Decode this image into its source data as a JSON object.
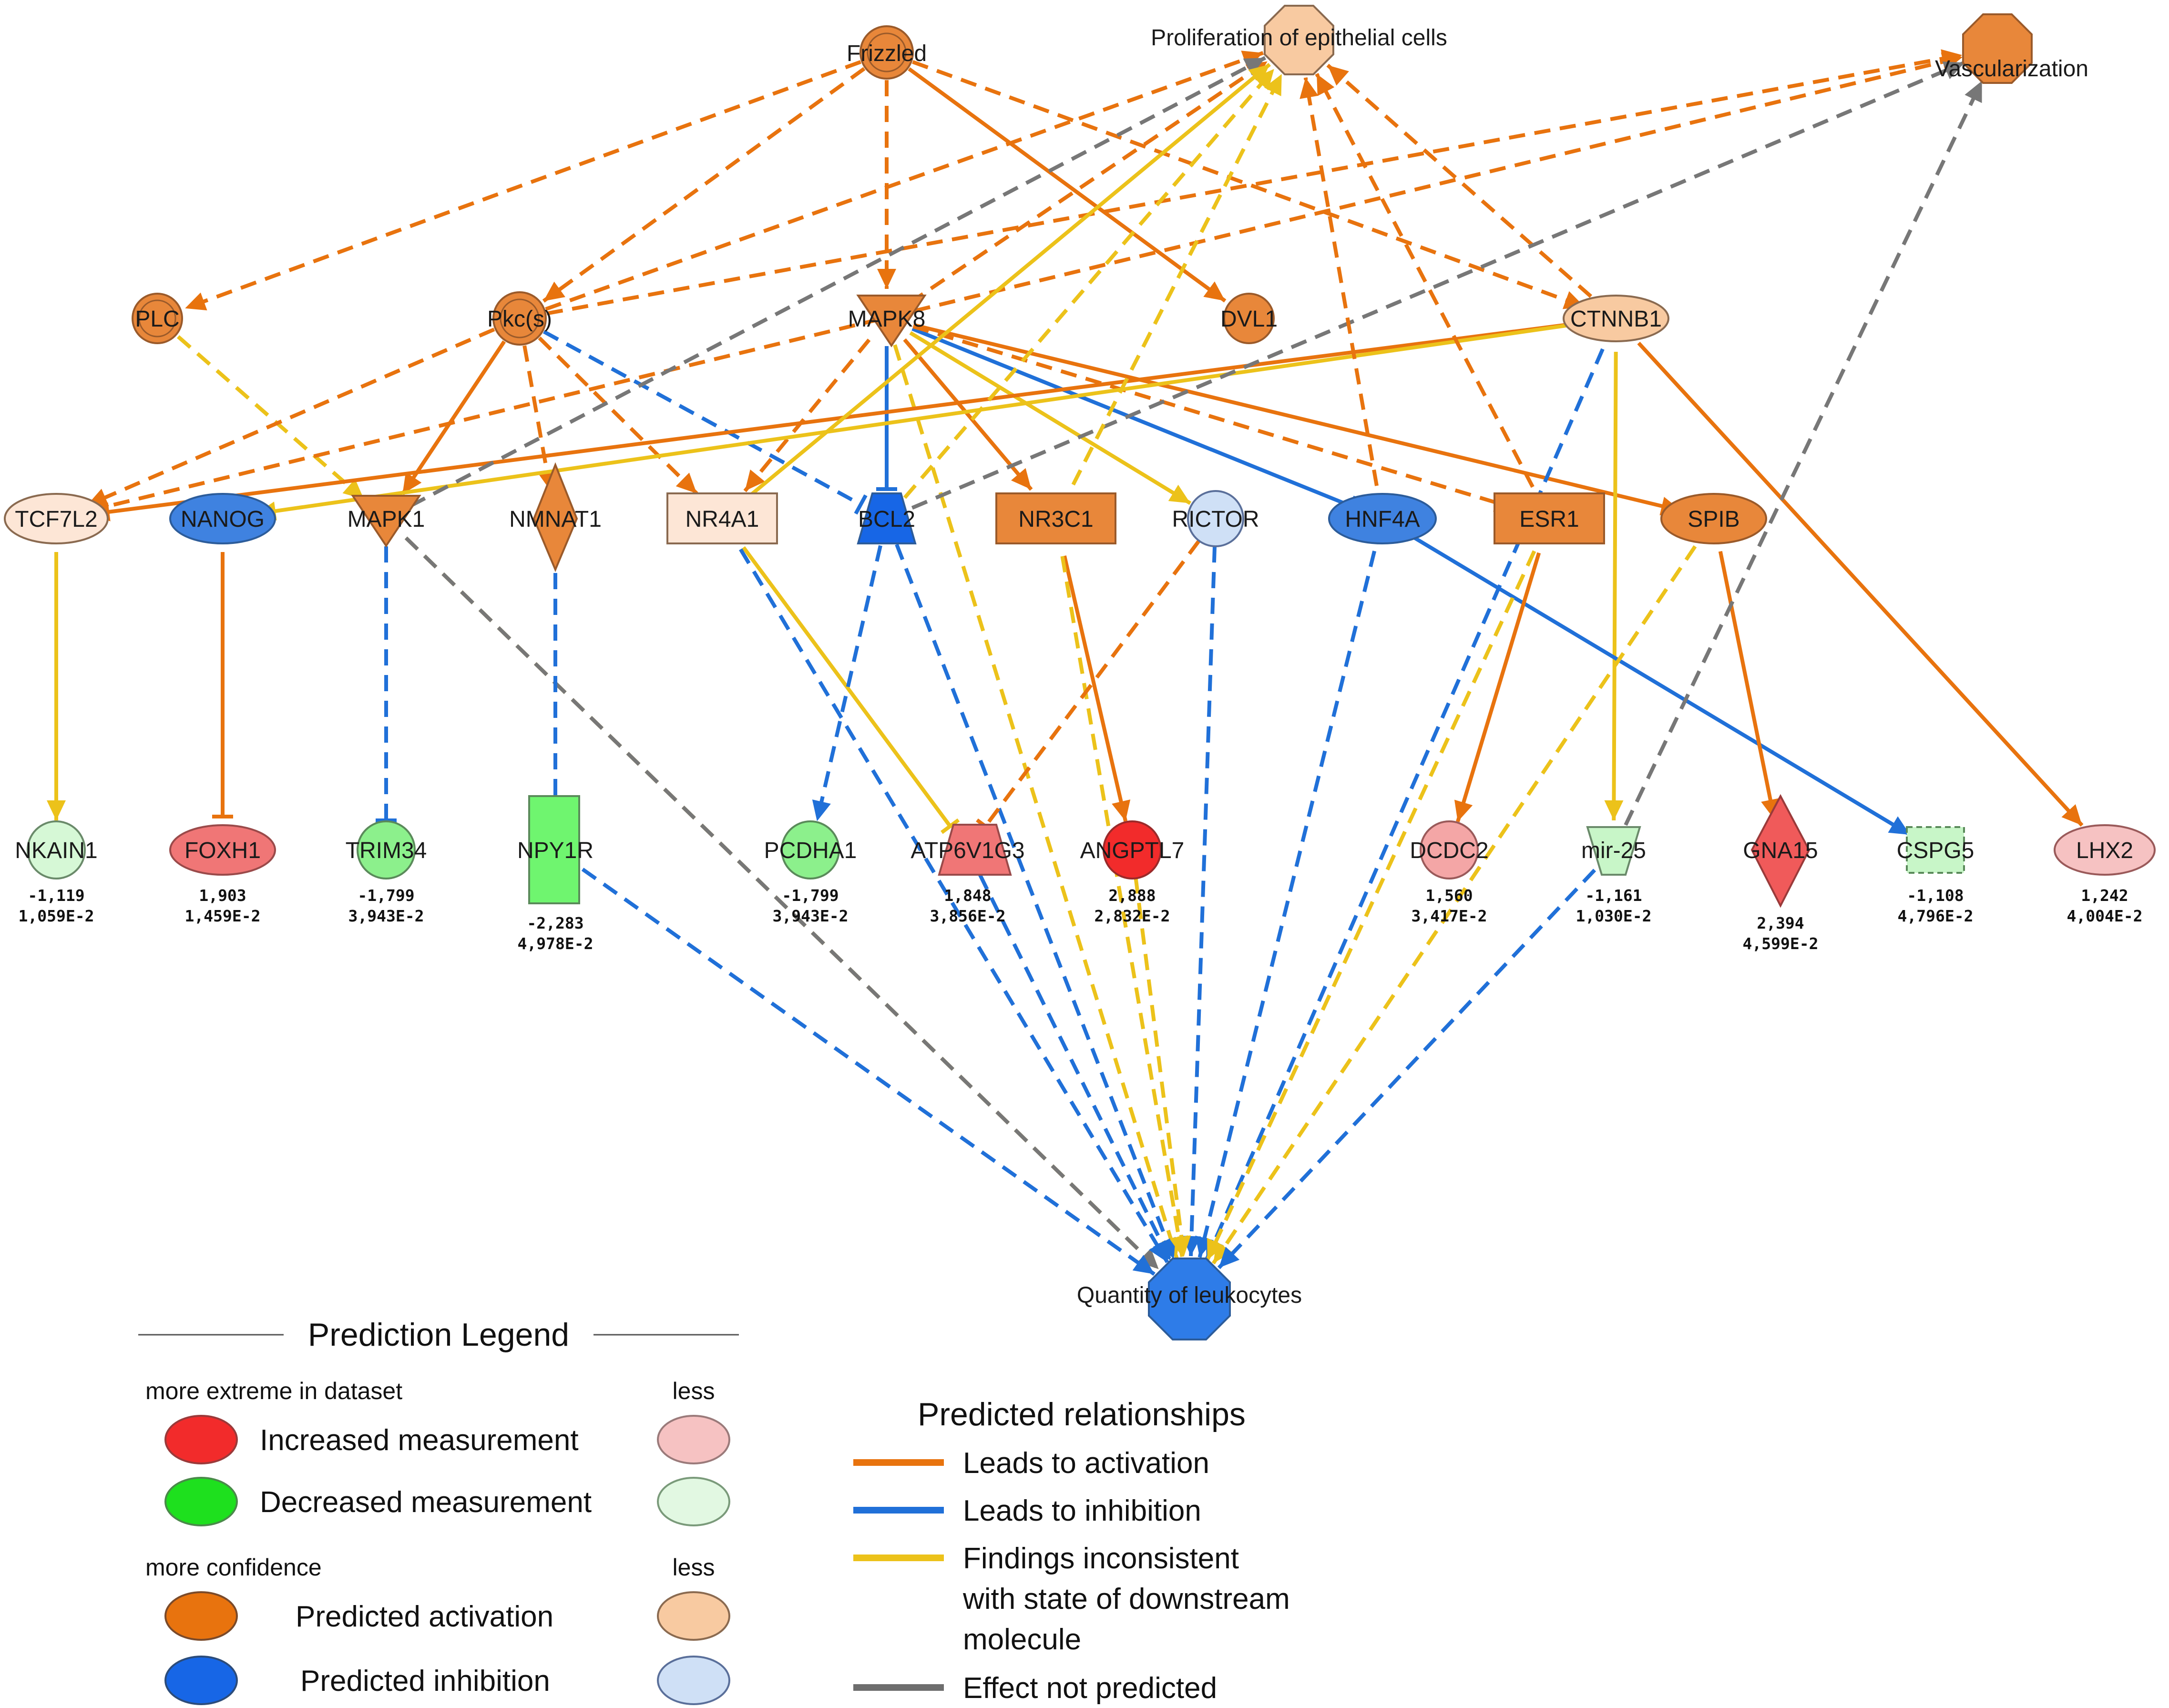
{
  "colors": {
    "activation": "#e8730e",
    "inhibition": "#2070d8",
    "inconsistent": "#ecc21a",
    "not_predicted": "#777777",
    "increased_strong": "#f22b2b",
    "increased_light": "#f6c2c2",
    "decreased_strong": "#1ee01e",
    "decreased_light": "#d6f8d6",
    "activation_strong": "#e8730e",
    "activation_light": "#f8caa1",
    "inhibition_strong": "#1766e6",
    "inhibition_light": "#cfe0f6"
  },
  "nodes": {
    "frizzled": {
      "label": "Frizzled"
    },
    "proliferation": {
      "label": "Proliferation of epithelial cells"
    },
    "vascularization": {
      "label": "Vascularization"
    },
    "plc": {
      "label": "PLC"
    },
    "pkcs": {
      "label": "Pkc(s)"
    },
    "mapk8": {
      "label": "MAPK8"
    },
    "dvl1": {
      "label": "DVL1"
    },
    "ctnnb1": {
      "label": "CTNNB1"
    },
    "tcf7l2": {
      "label": "TCF7L2"
    },
    "nanog": {
      "label": "NANOG"
    },
    "mapk1": {
      "label": "MAPK1"
    },
    "nmnat1": {
      "label": "NMNAT1"
    },
    "nr4a1": {
      "label": "NR4A1"
    },
    "bcl2": {
      "label": "BCL2"
    },
    "nr3c1": {
      "label": "NR3C1"
    },
    "rictor": {
      "label": "RICTOR"
    },
    "hnf4a": {
      "label": "HNF4A"
    },
    "esr1": {
      "label": "ESR1"
    },
    "spib": {
      "label": "SPIB"
    },
    "nkain1": {
      "label": "NKAIN1",
      "fc": "-1,119",
      "p": "1,059E-2"
    },
    "foxh1": {
      "label": "FOXH1",
      "fc": "1,903",
      "p": "1,459E-2"
    },
    "trim34": {
      "label": "TRIM34",
      "fc": "-1,799",
      "p": "3,943E-2"
    },
    "npy1r": {
      "label": "NPY1R",
      "fc": "-2,283",
      "p": "4,978E-2"
    },
    "pcdha1": {
      "label": "PCDHA1",
      "fc": "-1,799",
      "p": "3,943E-2"
    },
    "atp6v1g3": {
      "label": "ATP6V1G3",
      "fc": "1,848",
      "p": "3,856E-2"
    },
    "angptl7": {
      "label": "ANGPTL7",
      "fc": "2,888",
      "p": "2,832E-2"
    },
    "dcdc2": {
      "label": "DCDC2",
      "fc": "1,560",
      "p": "3,417E-2"
    },
    "mir25": {
      "label": "mir-25",
      "fc": "-1,161",
      "p": "1,030E-2"
    },
    "gna15": {
      "label": "GNA15",
      "fc": "2,394",
      "p": "4,599E-2"
    },
    "cspg5": {
      "label": "CSPG5",
      "fc": "-1,108",
      "p": "4,796E-2"
    },
    "lhx2": {
      "label": "LHX2",
      "fc": "1,242",
      "p": "4,004E-2"
    },
    "leukocytes": {
      "label": "Quantity of leukocytes"
    }
  },
  "legend": {
    "title": "Prediction Legend",
    "more_extreme": "more extreme in dataset",
    "less_1": "less",
    "increased": "Increased measurement",
    "decreased": "Decreased measurement",
    "more_confidence": "more confidence",
    "less_2": "less",
    "activation": "Predicted activation",
    "inhibition": "Predicted inhibition"
  },
  "relationships": {
    "title": "Predicted relationships",
    "activation": "Leads to activation",
    "inhibition": "Leads to inhibition",
    "inconsistent_1": "Findings inconsistent",
    "inconsistent_2": "with state of downstream",
    "inconsistent_3": "molecule",
    "not_predicted": "Effect not predicted"
  },
  "edges": [
    {
      "from": "frizzled",
      "to": "plc",
      "type": "activation",
      "dashed": true,
      "head": "arrow"
    },
    {
      "from": "frizzled",
      "to": "pkcs",
      "type": "activation",
      "dashed": true,
      "head": "arrow"
    },
    {
      "from": "frizzled",
      "to": "mapk8",
      "type": "activation",
      "dashed": true,
      "head": "arrow"
    },
    {
      "from": "frizzled",
      "to": "dvl1",
      "type": "activation",
      "dashed": false,
      "head": "arrow"
    },
    {
      "from": "frizzled",
      "to": "ctnnb1",
      "type": "activation",
      "dashed": true,
      "head": "arrow"
    },
    {
      "from": "plc",
      "to": "mapk1",
      "type": "inconsistent",
      "dashed": true,
      "head": "arrow"
    },
    {
      "from": "pkcs",
      "to": "tcf7l2",
      "type": "activation",
      "dashed": true,
      "head": "arrow"
    },
    {
      "from": "pkcs",
      "to": "mapk1",
      "type": "activation",
      "dashed": false,
      "head": "arrow"
    },
    {
      "from": "pkcs",
      "to": "nmnat1",
      "type": "activation",
      "dashed": true,
      "head": "arrow"
    },
    {
      "from": "pkcs",
      "to": "nr4a1",
      "type": "activation",
      "dashed": true,
      "head": "arrow"
    },
    {
      "from": "pkcs",
      "to": "bcl2",
      "type": "inhibition",
      "dashed": true,
      "head": "bar"
    },
    {
      "from": "pkcs",
      "to": "proliferation",
      "type": "activation",
      "dashed": true,
      "head": "arrow"
    },
    {
      "from": "pkcs",
      "to": "vascularization",
      "type": "activation",
      "dashed": true,
      "head": "arrow"
    },
    {
      "from": "mapk8",
      "to": "bcl2",
      "type": "inhibition",
      "dashed": false,
      "head": "bar"
    },
    {
      "from": "mapk8",
      "to": "nr3c1",
      "type": "activation",
      "dashed": false,
      "head": "arrow"
    },
    {
      "from": "mapk8",
      "to": "rictor",
      "type": "inconsistent",
      "dashed": false,
      "head": "arrow"
    },
    {
      "from": "mapk8",
      "to": "hnf4a",
      "type": "inhibition",
      "dashed": false,
      "head": "bar"
    },
    {
      "from": "mapk8",
      "to": "esr1",
      "type": "activation",
      "dashed": true,
      "head": "arrow"
    },
    {
      "from": "mapk8",
      "to": "spib",
      "type": "activation",
      "dashed": false,
      "head": "arrow"
    },
    {
      "from": "mapk8",
      "to": "nr4a1",
      "type": "activation",
      "dashed": true,
      "head": "arrow"
    },
    {
      "from": "mapk8",
      "to": "proliferation",
      "type": "activation",
      "dashed": true,
      "head": "arrow"
    },
    {
      "from": "mapk8",
      "to": "leukocytes",
      "type": "inconsistent",
      "dashed": true,
      "head": "arrow"
    },
    {
      "from": "ctnnb1",
      "to": "tcf7l2",
      "type": "activation",
      "dashed": false,
      "head": "arrow"
    },
    {
      "from": "ctnnb1",
      "to": "nanog",
      "type": "inconsistent",
      "dashed": false,
      "head": "arrow"
    },
    {
      "from": "ctnnb1",
      "to": "mir25",
      "type": "inconsistent",
      "dashed": false,
      "head": "arrow"
    },
    {
      "from": "ctnnb1",
      "to": "lhx2",
      "type": "activation",
      "dashed": false,
      "head": "arrow"
    },
    {
      "from": "ctnnb1",
      "to": "leukocytes",
      "type": "inhibition",
      "dashed": true,
      "head": "arrow"
    },
    {
      "from": "ctnnb1",
      "to": "proliferation",
      "type": "activation",
      "dashed": true,
      "head": "arrow"
    },
    {
      "from": "tcf7l2",
      "to": "nkain1",
      "type": "inconsistent",
      "dashed": false,
      "head": "arrow"
    },
    {
      "from": "tcf7l2",
      "to": "vascularization",
      "type": "activation",
      "dashed": true,
      "head": "arrow"
    },
    {
      "from": "nanog",
      "to": "foxh1",
      "type": "activation",
      "dashed": false,
      "head": "bar"
    },
    {
      "from": "mapk1",
      "to": "trim34",
      "type": "inhibition",
      "dashed": true,
      "head": "bar"
    },
    {
      "from": "mapk1",
      "to": "leukocytes",
      "type": "inconsistent",
      "dashed": true,
      "head": "arrow"
    },
    {
      "from": "mapk1",
      "to": "proliferation",
      "type": "not_predicted",
      "dashed": true,
      "head": "arrow"
    },
    {
      "from": "mapk1",
      "to": "leukocytes",
      "type": "not_predicted",
      "dashed": true,
      "head": "arrow"
    },
    {
      "from": "nmnat1",
      "to": "npy1r",
      "type": "inhibition",
      "dashed": true,
      "head": "bar"
    },
    {
      "from": "nr4a1",
      "to": "atp6v1g3",
      "type": "inconsistent",
      "dashed": false,
      "head": "bar"
    },
    {
      "from": "nr4a1",
      "to": "proliferation",
      "type": "inconsistent",
      "dashed": false,
      "head": "arrow"
    },
    {
      "from": "nr4a1",
      "to": "leukocytes",
      "type": "inhibition",
      "dashed": true,
      "head": "arrow"
    },
    {
      "from": "bcl2",
      "to": "pcdha1",
      "type": "inhibition",
      "dashed": true,
      "head": "arrow"
    },
    {
      "from": "bcl2",
      "to": "leukocytes",
      "type": "inhibition",
      "dashed": true,
      "head": "arrow"
    },
    {
      "from": "bcl2",
      "to": "proliferation",
      "type": "inconsistent",
      "dashed": true,
      "head": "arrow"
    },
    {
      "from": "bcl2",
      "to": "vascularization",
      "type": "not_predicted",
      "dashed": true,
      "head": "arrow"
    },
    {
      "from": "nr3c1",
      "to": "angptl7",
      "type": "activation",
      "dashed": false,
      "head": "arrow"
    },
    {
      "from": "nr3c1",
      "to": "leukocytes",
      "type": "inconsistent",
      "dashed": true,
      "head": "arrow"
    },
    {
      "from": "nr3c1",
      "to": "proliferation",
      "type": "inconsistent",
      "dashed": true,
      "head": "arrow"
    },
    {
      "from": "rictor",
      "to": "atp6v1g3",
      "type": "activation",
      "dashed": true,
      "head": "bar"
    },
    {
      "from": "rictor",
      "to": "leukocytes",
      "type": "inhibition",
      "dashed": true,
      "head": "arrow"
    },
    {
      "from": "hnf4a",
      "to": "cspg5",
      "type": "inhibition",
      "dashed": false,
      "head": "arrow"
    },
    {
      "from": "hnf4a",
      "to": "proliferation",
      "type": "activation",
      "dashed": true,
      "head": "arrow"
    },
    {
      "from": "hnf4a",
      "to": "leukocytes",
      "type": "inhibition",
      "dashed": true,
      "head": "arrow"
    },
    {
      "from": "esr1",
      "to": "dcdc2",
      "type": "activation",
      "dashed": false,
      "head": "arrow"
    },
    {
      "from": "esr1",
      "to": "proliferation",
      "type": "activation",
      "dashed": true,
      "head": "arrow"
    },
    {
      "from": "esr1",
      "to": "leukocytes",
      "type": "inconsistent",
      "dashed": true,
      "head": "arrow"
    },
    {
      "from": "spib",
      "to": "gna15",
      "type": "activation",
      "dashed": false,
      "head": "arrow"
    },
    {
      "from": "spib",
      "to": "leukocytes",
      "type": "inconsistent",
      "dashed": true,
      "head": "arrow"
    },
    {
      "from": "mir25",
      "to": "vascularization",
      "type": "not_predicted",
      "dashed": true,
      "head": "arrow"
    },
    {
      "from": "mir25",
      "to": "leukocytes",
      "type": "inhibition",
      "dashed": true,
      "head": "arrow"
    },
    {
      "from": "npy1r",
      "to": "leukocytes",
      "type": "inhibition",
      "dashed": true,
      "head": "arrow"
    },
    {
      "from": "atp6v1g3",
      "to": "leukocytes",
      "type": "inhibition",
      "dashed": true,
      "head": "arrow"
    },
    {
      "from": "angptl7",
      "to": "leukocytes",
      "type": "inconsistent",
      "dashed": true,
      "head": "arrow"
    }
  ]
}
